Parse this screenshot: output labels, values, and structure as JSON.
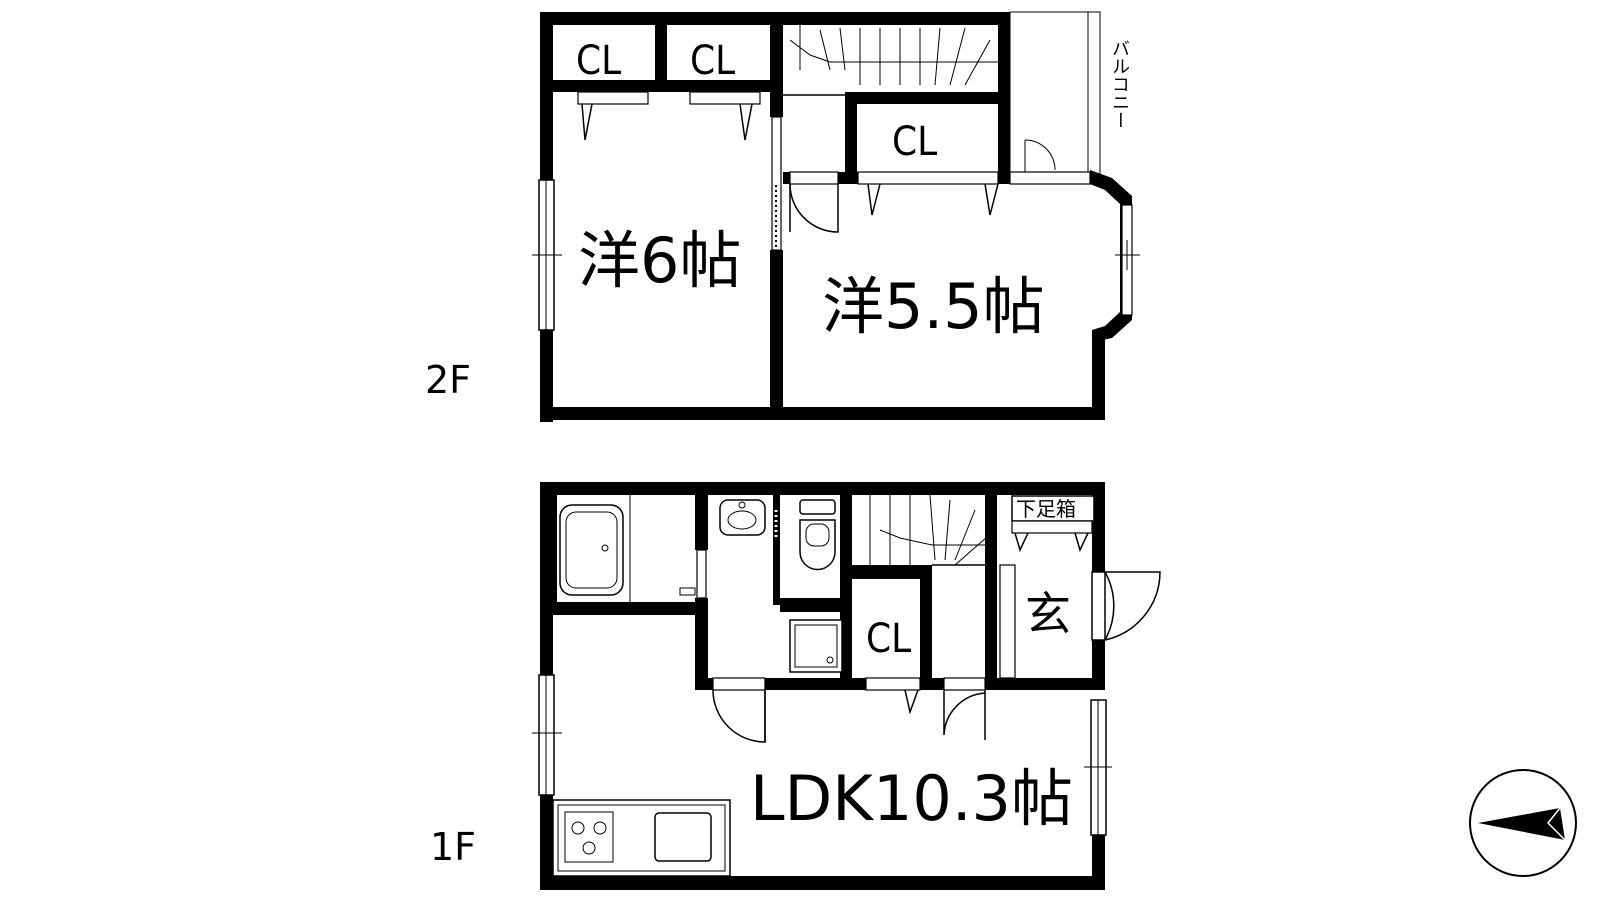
{
  "floors": {
    "second": {
      "label": "2F",
      "rooms": {
        "western_a": "洋6帖",
        "western_b": "洋5.5帖",
        "closet_1": "CL",
        "closet_2": "CL",
        "closet_3": "CL",
        "balcony": "バルコニー"
      }
    },
    "first": {
      "label": "1F",
      "rooms": {
        "ldk": "LDK10.3帖",
        "closet": "CL",
        "entrance": "玄",
        "shoe_box": "下足箱"
      }
    }
  },
  "compass": {
    "pointer": "north-arrow-icon"
  }
}
